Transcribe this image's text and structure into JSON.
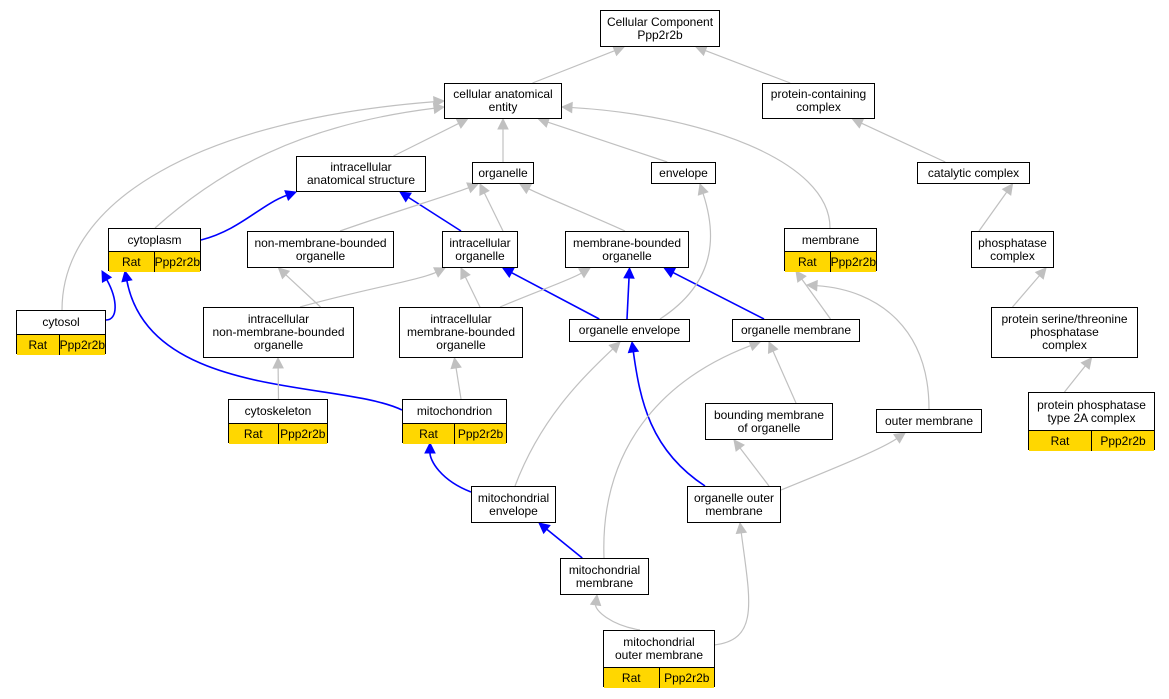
{
  "colors": {
    "highlight": "#0000ff",
    "plain": "#c0c0c0",
    "annotation": "#ffd700"
  },
  "nodes": {
    "cellular_component": {
      "label": "Cellular Component\nPpp2r2b"
    },
    "cellular_anatomical_entity": {
      "label": "cellular anatomical\nentity"
    },
    "protein_containing_complex": {
      "label": "protein-containing\ncomplex"
    },
    "intracellular_anatomical_structure": {
      "label": "intracellular\nanatomical structure"
    },
    "organelle": {
      "label": "organelle"
    },
    "envelope": {
      "label": "envelope"
    },
    "catalytic_complex": {
      "label": "catalytic complex"
    },
    "cytoplasm": {
      "label": "cytoplasm",
      "species": "Rat",
      "gene": "Ppp2r2b"
    },
    "non_membrane_bounded_organelle": {
      "label": "non-membrane-bounded\norganelle"
    },
    "intracellular_organelle": {
      "label": "intracellular\norganelle"
    },
    "membrane_bounded_organelle": {
      "label": "membrane-bounded\norganelle"
    },
    "membrane": {
      "label": "membrane",
      "species": "Rat",
      "gene": "Ppp2r2b"
    },
    "phosphatase_complex": {
      "label": "phosphatase\ncomplex"
    },
    "cytosol": {
      "label": "cytosol",
      "species": "Rat",
      "gene": "Ppp2r2b"
    },
    "intracellular_non_membrane_bounded_organelle": {
      "label": "intracellular\nnon-membrane-bounded\norganelle"
    },
    "intracellular_membrane_bounded_organelle": {
      "label": "intracellular\nmembrane-bounded\norganelle"
    },
    "organelle_envelope": {
      "label": "organelle envelope"
    },
    "organelle_membrane": {
      "label": "organelle membrane"
    },
    "protein_serine_threonine_phosphatase_complex": {
      "label": "protein serine/threonine\nphosphatase\ncomplex"
    },
    "cytoskeleton": {
      "label": "cytoskeleton",
      "species": "Rat",
      "gene": "Ppp2r2b"
    },
    "mitochondrion": {
      "label": "mitochondrion",
      "species": "Rat",
      "gene": "Ppp2r2b"
    },
    "bounding_membrane_of_organelle": {
      "label": "bounding membrane\nof organelle"
    },
    "outer_membrane": {
      "label": "outer membrane"
    },
    "protein_phosphatase_type_2a_complex": {
      "label": "protein phosphatase\ntype 2A complex",
      "species": "Rat",
      "gene": "Ppp2r2b"
    },
    "mitochondrial_envelope": {
      "label": "mitochondrial\nenvelope"
    },
    "organelle_outer_membrane": {
      "label": "organelle outer\nmembrane"
    },
    "mitochondrial_membrane": {
      "label": "mitochondrial\nmembrane"
    },
    "mitochondrial_outer_membrane": {
      "label": "mitochondrial\nouter membrane",
      "species": "Rat",
      "gene": "Ppp2r2b"
    }
  },
  "edges": [
    {
      "from": "cellular_anatomical_entity",
      "to": "cellular_component",
      "highlight": false
    },
    {
      "from": "protein_containing_complex",
      "to": "cellular_component",
      "highlight": false
    },
    {
      "from": "intracellular_anatomical_structure",
      "to": "cellular_anatomical_entity",
      "highlight": false
    },
    {
      "from": "organelle",
      "to": "cellular_anatomical_entity",
      "highlight": false
    },
    {
      "from": "envelope",
      "to": "cellular_anatomical_entity",
      "highlight": false
    },
    {
      "from": "membrane",
      "to": "cellular_anatomical_entity",
      "highlight": false
    },
    {
      "from": "cytoplasm",
      "to": "cellular_anatomical_entity",
      "highlight": false
    },
    {
      "from": "cytosol",
      "to": "cellular_anatomical_entity",
      "highlight": false
    },
    {
      "from": "catalytic_complex",
      "to": "protein_containing_complex",
      "highlight": false
    },
    {
      "from": "phosphatase_complex",
      "to": "catalytic_complex",
      "highlight": false
    },
    {
      "from": "protein_serine_threonine_phosphatase_complex",
      "to": "phosphatase_complex",
      "highlight": false
    },
    {
      "from": "protein_phosphatase_type_2a_complex",
      "to": "protein_serine_threonine_phosphatase_complex",
      "highlight": false
    },
    {
      "from": "cytoplasm",
      "to": "intracellular_anatomical_structure",
      "highlight": true
    },
    {
      "from": "intracellular_organelle",
      "to": "intracellular_anatomical_structure",
      "highlight": true
    },
    {
      "from": "cytosol",
      "to": "cytoplasm",
      "highlight": true
    },
    {
      "from": "mitochondrion",
      "to": "cytoplasm",
      "highlight": true
    },
    {
      "from": "non_membrane_bounded_organelle",
      "to": "organelle",
      "highlight": false
    },
    {
      "from": "intracellular_organelle",
      "to": "organelle",
      "highlight": false
    },
    {
      "from": "membrane_bounded_organelle",
      "to": "organelle",
      "highlight": false
    },
    {
      "from": "intracellular_non_membrane_bounded_organelle",
      "to": "non_membrane_bounded_organelle",
      "highlight": false
    },
    {
      "from": "intracellular_non_membrane_bounded_organelle",
      "to": "intracellular_organelle",
      "highlight": false
    },
    {
      "from": "intracellular_membrane_bounded_organelle",
      "to": "intracellular_organelle",
      "highlight": false
    },
    {
      "from": "organelle_envelope",
      "to": "intracellular_organelle",
      "highlight": true
    },
    {
      "from": "intracellular_membrane_bounded_organelle",
      "to": "membrane_bounded_organelle",
      "highlight": false
    },
    {
      "from": "organelle_envelope",
      "to": "membrane_bounded_organelle",
      "highlight": true
    },
    {
      "from": "organelle_membrane",
      "to": "membrane_bounded_organelle",
      "highlight": true
    },
    {
      "from": "organelle_envelope",
      "to": "envelope",
      "highlight": false
    },
    {
      "from": "organelle_membrane",
      "to": "membrane",
      "highlight": false
    },
    {
      "from": "outer_membrane",
      "to": "membrane",
      "highlight": false
    },
    {
      "from": "cytoskeleton",
      "to": "intracellular_non_membrane_bounded_organelle",
      "highlight": false
    },
    {
      "from": "mitochondrion",
      "to": "intracellular_membrane_bounded_organelle",
      "highlight": false
    },
    {
      "from": "mitochondrial_envelope",
      "to": "organelle_envelope",
      "highlight": false
    },
    {
      "from": "organelle_outer_membrane",
      "to": "organelle_envelope",
      "highlight": true
    },
    {
      "from": "bounding_membrane_of_organelle",
      "to": "organelle_membrane",
      "highlight": false
    },
    {
      "from": "mitochondrial_membrane",
      "to": "organelle_membrane",
      "highlight": false
    },
    {
      "from": "organelle_outer_membrane",
      "to": "bounding_membrane_of_organelle",
      "highlight": false
    },
    {
      "from": "organelle_outer_membrane",
      "to": "outer_membrane",
      "highlight": false
    },
    {
      "from": "mitochondrial_envelope",
      "to": "mitochondrion",
      "highlight": true
    },
    {
      "from": "mitochondrial_membrane",
      "to": "mitochondrial_envelope",
      "highlight": true
    },
    {
      "from": "mitochondrial_outer_membrane",
      "to": "organelle_outer_membrane",
      "highlight": false
    },
    {
      "from": "mitochondrial_outer_membrane",
      "to": "mitochondrial_membrane",
      "highlight": false
    }
  ]
}
